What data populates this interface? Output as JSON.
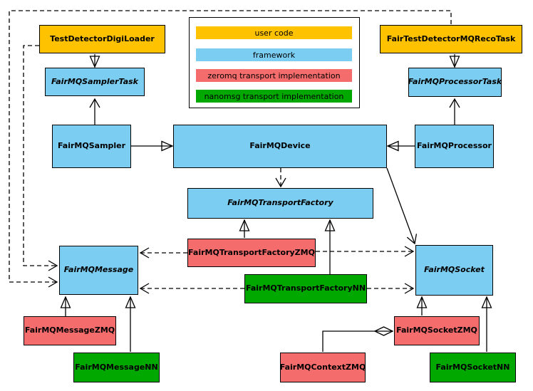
{
  "colors": {
    "user_code": "#FFC200",
    "framework": "#7BCDF1",
    "zeromq": "#F56C6C",
    "nanomsg": "#00A800",
    "line": "#000000",
    "background": "#FFFFFF"
  },
  "legend": {
    "items": [
      {
        "label": "user code",
        "category": "user_code"
      },
      {
        "label": "framework",
        "category": "framework"
      },
      {
        "label": "zeromq transport implementation",
        "category": "zeromq"
      },
      {
        "label": "nanomsg transport implementation",
        "category": "nanomsg"
      }
    ]
  },
  "nodes": [
    {
      "label": "TestDetectorDigiLoader",
      "category": "user_code",
      "abstract": false
    },
    {
      "label": "FairTestDetectorMQRecoTask",
      "category": "user_code",
      "abstract": false
    },
    {
      "label": "FairMQSamplerTask",
      "category": "framework",
      "abstract": true
    },
    {
      "label": "FairMQProcessorTask",
      "category": "framework",
      "abstract": true
    },
    {
      "label": "FairMQSampler",
      "category": "framework",
      "abstract": false
    },
    {
      "label": "FairMQDevice",
      "category": "framework",
      "abstract": false
    },
    {
      "label": "FairMQProcessor",
      "category": "framework",
      "abstract": false
    },
    {
      "label": "FairMQTransportFactory",
      "category": "framework",
      "abstract": true
    },
    {
      "label": "FairMQTransportFactoryZMQ",
      "category": "zeromq",
      "abstract": false
    },
    {
      "label": "FairMQTransportFactoryNN",
      "category": "nanomsg",
      "abstract": false
    },
    {
      "label": "FairMQMessage",
      "category": "framework",
      "abstract": true
    },
    {
      "label": "FairMQSocket",
      "category": "framework",
      "abstract": true
    },
    {
      "label": "FairMQMessageZMQ",
      "category": "zeromq",
      "abstract": false
    },
    {
      "label": "FairMQMessageNN",
      "category": "nanomsg",
      "abstract": false
    },
    {
      "label": "FairMQSocketZMQ",
      "category": "zeromq",
      "abstract": false
    },
    {
      "label": "FairMQSocketNN",
      "category": "nanomsg",
      "abstract": false
    },
    {
      "label": "FairMQContextZMQ",
      "category": "zeromq",
      "abstract": false
    }
  ],
  "edges": [
    {
      "from": "TestDetectorDigiLoader",
      "to": "FairMQSamplerTask",
      "type": "inheritance"
    },
    {
      "from": "FairTestDetectorMQRecoTask",
      "to": "FairMQProcessorTask",
      "type": "inheritance"
    },
    {
      "from": "FairMQSampler",
      "to": "FairMQSamplerTask",
      "type": "association"
    },
    {
      "from": "FairMQProcessor",
      "to": "FairMQProcessorTask",
      "type": "association"
    },
    {
      "from": "FairMQSampler",
      "to": "FairMQDevice",
      "type": "inheritance"
    },
    {
      "from": "FairMQProcessor",
      "to": "FairMQDevice",
      "type": "inheritance"
    },
    {
      "from": "FairMQDevice",
      "to": "FairMQTransportFactory",
      "type": "dashed-dependency"
    },
    {
      "from": "FairMQDevice",
      "to": "FairMQSocket",
      "type": "association"
    },
    {
      "from": "FairMQTransportFactoryZMQ",
      "to": "FairMQTransportFactory",
      "type": "inheritance"
    },
    {
      "from": "FairMQTransportFactoryNN",
      "to": "FairMQTransportFactory",
      "type": "inheritance"
    },
    {
      "from": "FairMQTransportFactoryZMQ",
      "to": "FairMQMessage",
      "type": "dashed-dependency"
    },
    {
      "from": "FairMQTransportFactoryNN",
      "to": "FairMQMessage",
      "type": "dashed-dependency"
    },
    {
      "from": "FairMQTransportFactoryZMQ",
      "to": "FairMQSocket",
      "type": "dashed-dependency"
    },
    {
      "from": "FairMQTransportFactoryNN",
      "to": "FairMQSocket",
      "type": "dashed-dependency"
    },
    {
      "from": "TestDetectorDigiLoader",
      "to": "FairMQMessage",
      "type": "dashed-dependency"
    },
    {
      "from": "FairTestDetectorMQRecoTask",
      "to": "FairMQMessage",
      "type": "dashed-dependency"
    },
    {
      "from": "FairMQMessageZMQ",
      "to": "FairMQMessage",
      "type": "inheritance"
    },
    {
      "from": "FairMQMessageNN",
      "to": "FairMQMessage",
      "type": "inheritance"
    },
    {
      "from": "FairMQSocketZMQ",
      "to": "FairMQSocket",
      "type": "inheritance"
    },
    {
      "from": "FairMQSocketNN",
      "to": "FairMQSocket",
      "type": "inheritance"
    },
    {
      "from": "FairMQContextZMQ",
      "to": "FairMQSocketZMQ",
      "type": "composition"
    }
  ]
}
